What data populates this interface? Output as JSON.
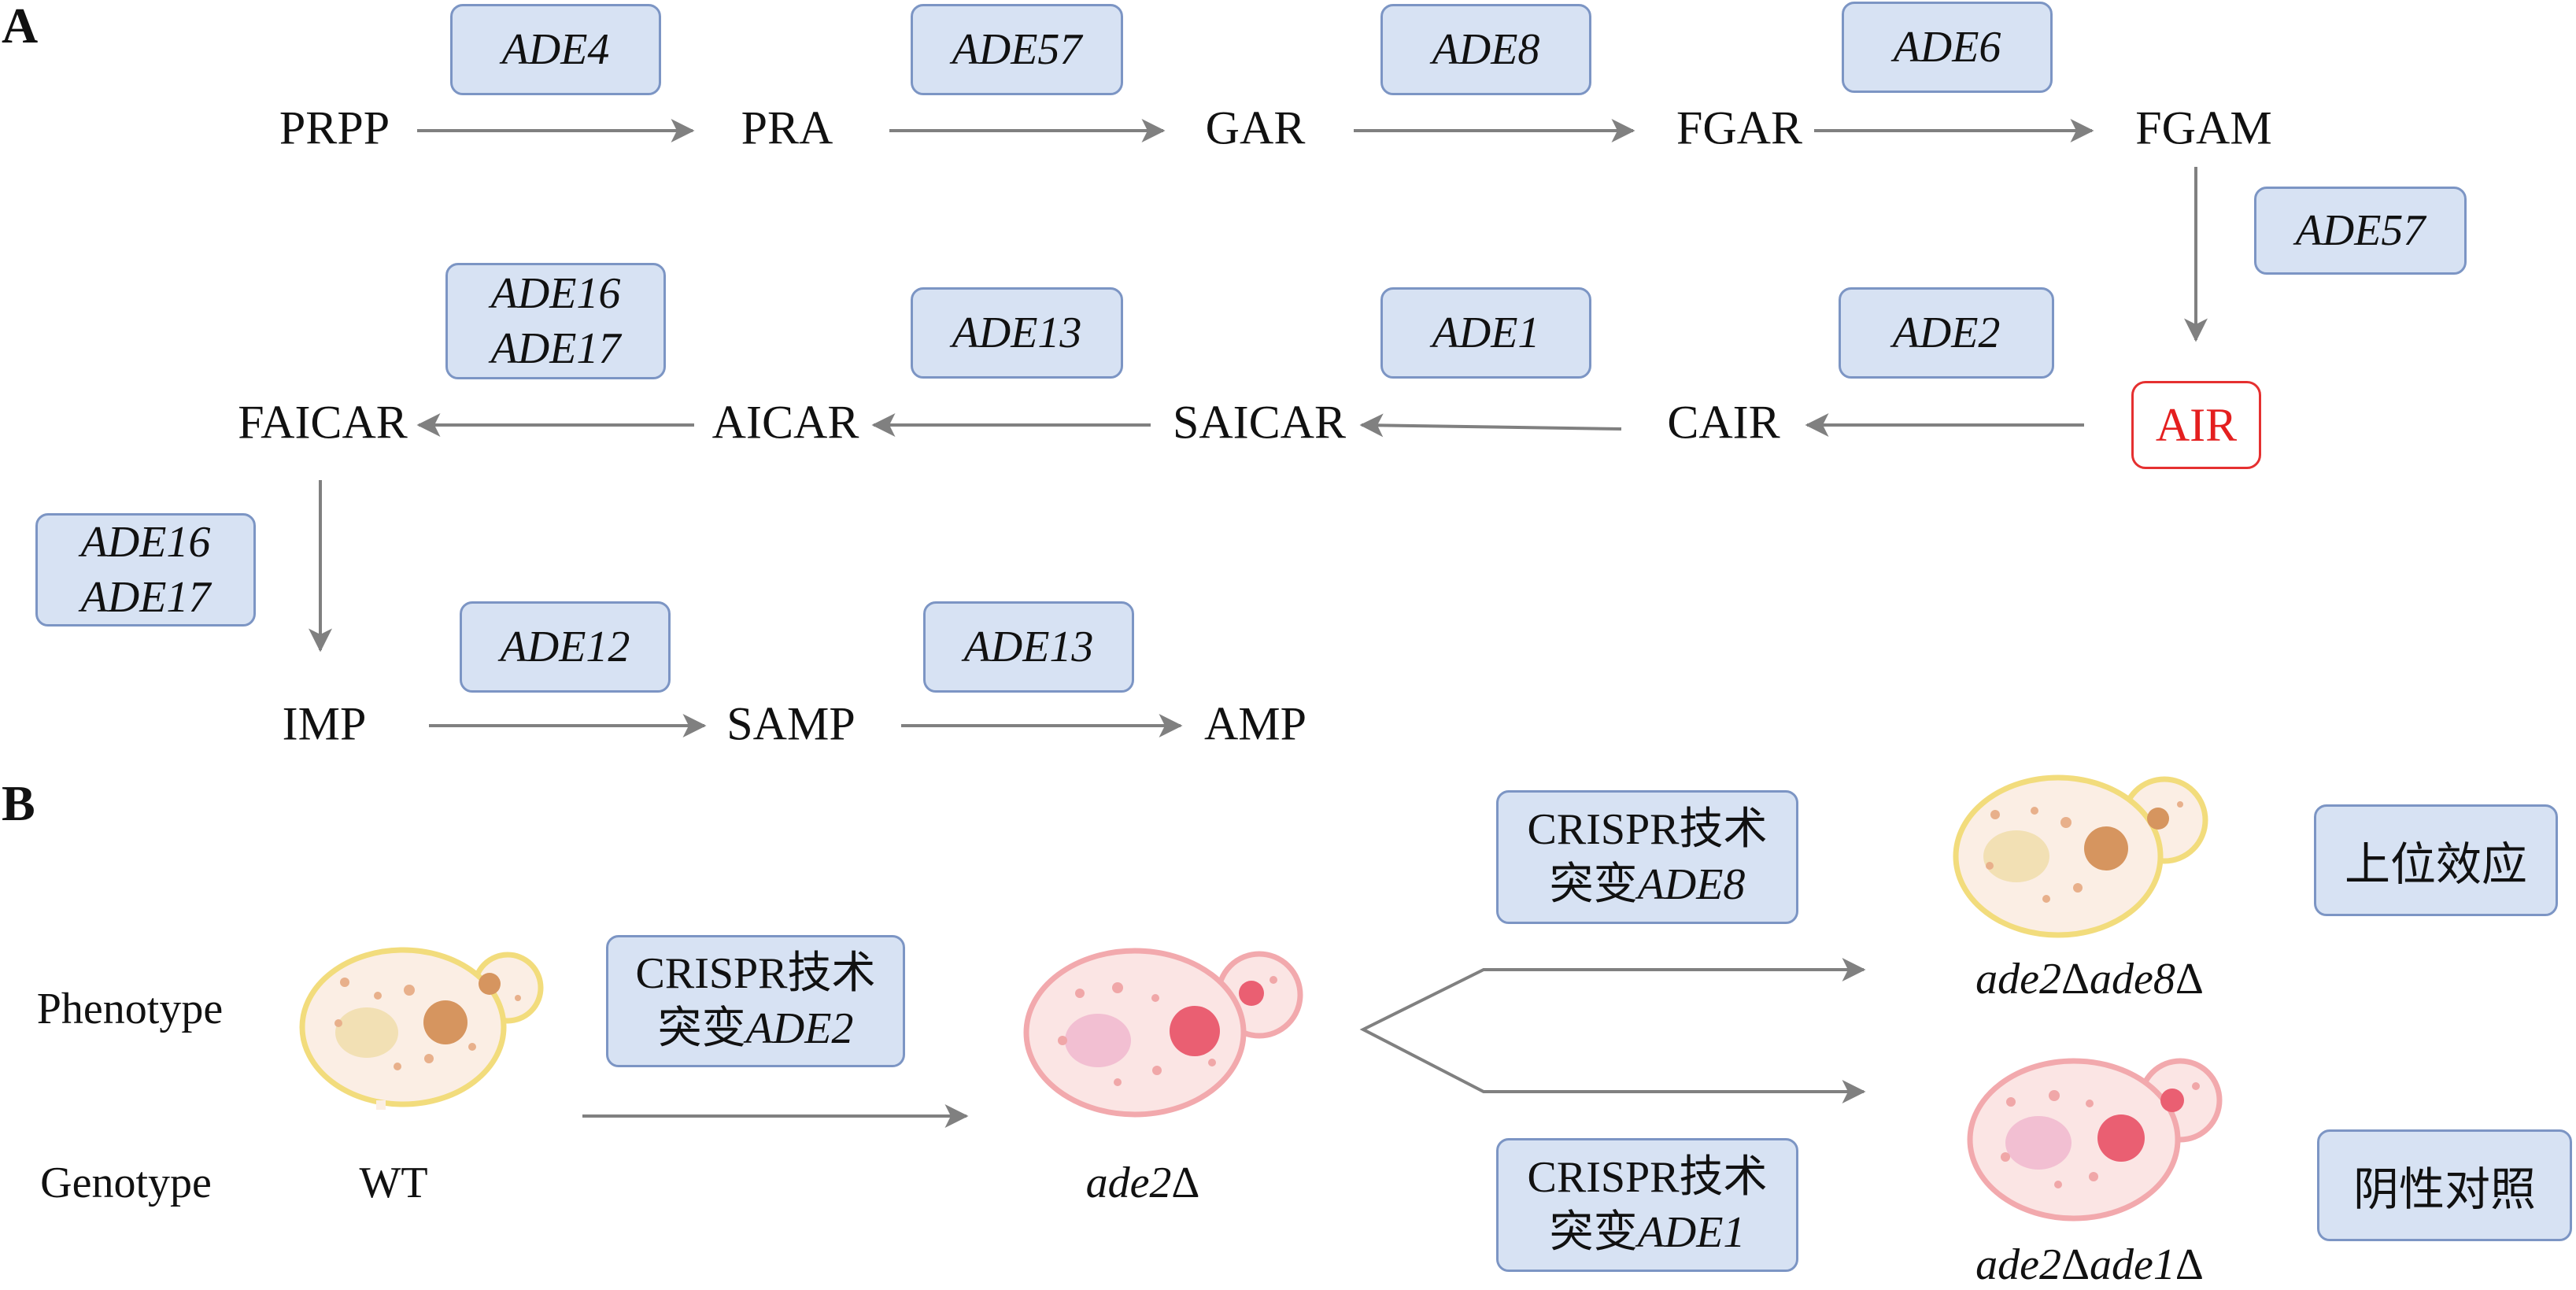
{
  "panels": {
    "a": "A",
    "b": "B"
  },
  "pathway": {
    "metabolites": {
      "prpp": "PRPP",
      "pra": "PRA",
      "gar": "GAR",
      "fgar": "FGAR",
      "fgam": "FGAM",
      "air": "AIR",
      "cair": "CAIR",
      "saicar": "SAICAR",
      "aicar": "AICAR",
      "faicar": "FAICAR",
      "imp": "IMP",
      "samp": "SAMP",
      "amp": "AMP"
    },
    "enzymes": {
      "ade4": "ADE4",
      "ade57_top": "ADE57",
      "ade8": "ADE8",
      "ade6": "ADE6",
      "ade57_side": "ADE57",
      "ade2": "ADE2",
      "ade1": "ADE1",
      "ade13_mid": "ADE13",
      "ade16_17_mid": [
        "ADE16",
        "ADE17"
      ],
      "ade16_17_side": [
        "ADE16",
        "ADE17"
      ],
      "ade12": "ADE12",
      "ade13_bottom": "ADE13"
    },
    "colors": {
      "arrow": "#808080",
      "enzyme_fill": "#d7e2f3",
      "enzyme_border": "#7c95c4",
      "air_highlight": "#e41f1f"
    }
  },
  "experiment": {
    "row_labels": {
      "phenotype": "Phenotype",
      "genotype": "Genotype"
    },
    "strains": {
      "wt": "WT",
      "ade2": {
        "gene": "ade2",
        "symbol": "Δ"
      },
      "ade2_ade8": {
        "gene1": "ade2",
        "symbol1": "Δ",
        "gene2": "ade8",
        "symbol2": "Δ"
      },
      "ade2_ade1": {
        "gene1": "ade2",
        "symbol1": "Δ",
        "gene2": "ade1",
        "symbol2": "Δ"
      }
    },
    "crispr_boxes": {
      "to_ade2": {
        "line1": "CRISPR技术",
        "prefix": "突变",
        "gene": "ADE2"
      },
      "to_ade8": {
        "line1": "CRISPR技术",
        "prefix": "突变",
        "gene": "ADE8"
      },
      "to_ade1": {
        "line1": "CRISPR技术",
        "prefix": "突变",
        "gene": "ADE1"
      }
    },
    "result_labels": {
      "epistasis": "上位效应",
      "negative_control": "阴性对照"
    },
    "cell_colors": {
      "white_cell": {
        "fill": "#fbeee4",
        "border": "#f2dc7c",
        "nucleus": "#d6955f",
        "vacuole": "#f2e0b4"
      },
      "red_cell": {
        "fill": "#fbe5e4",
        "border": "#f2a9ad",
        "nucleus": "#ea5f72",
        "vacuole": "#f2bfd2"
      }
    }
  }
}
